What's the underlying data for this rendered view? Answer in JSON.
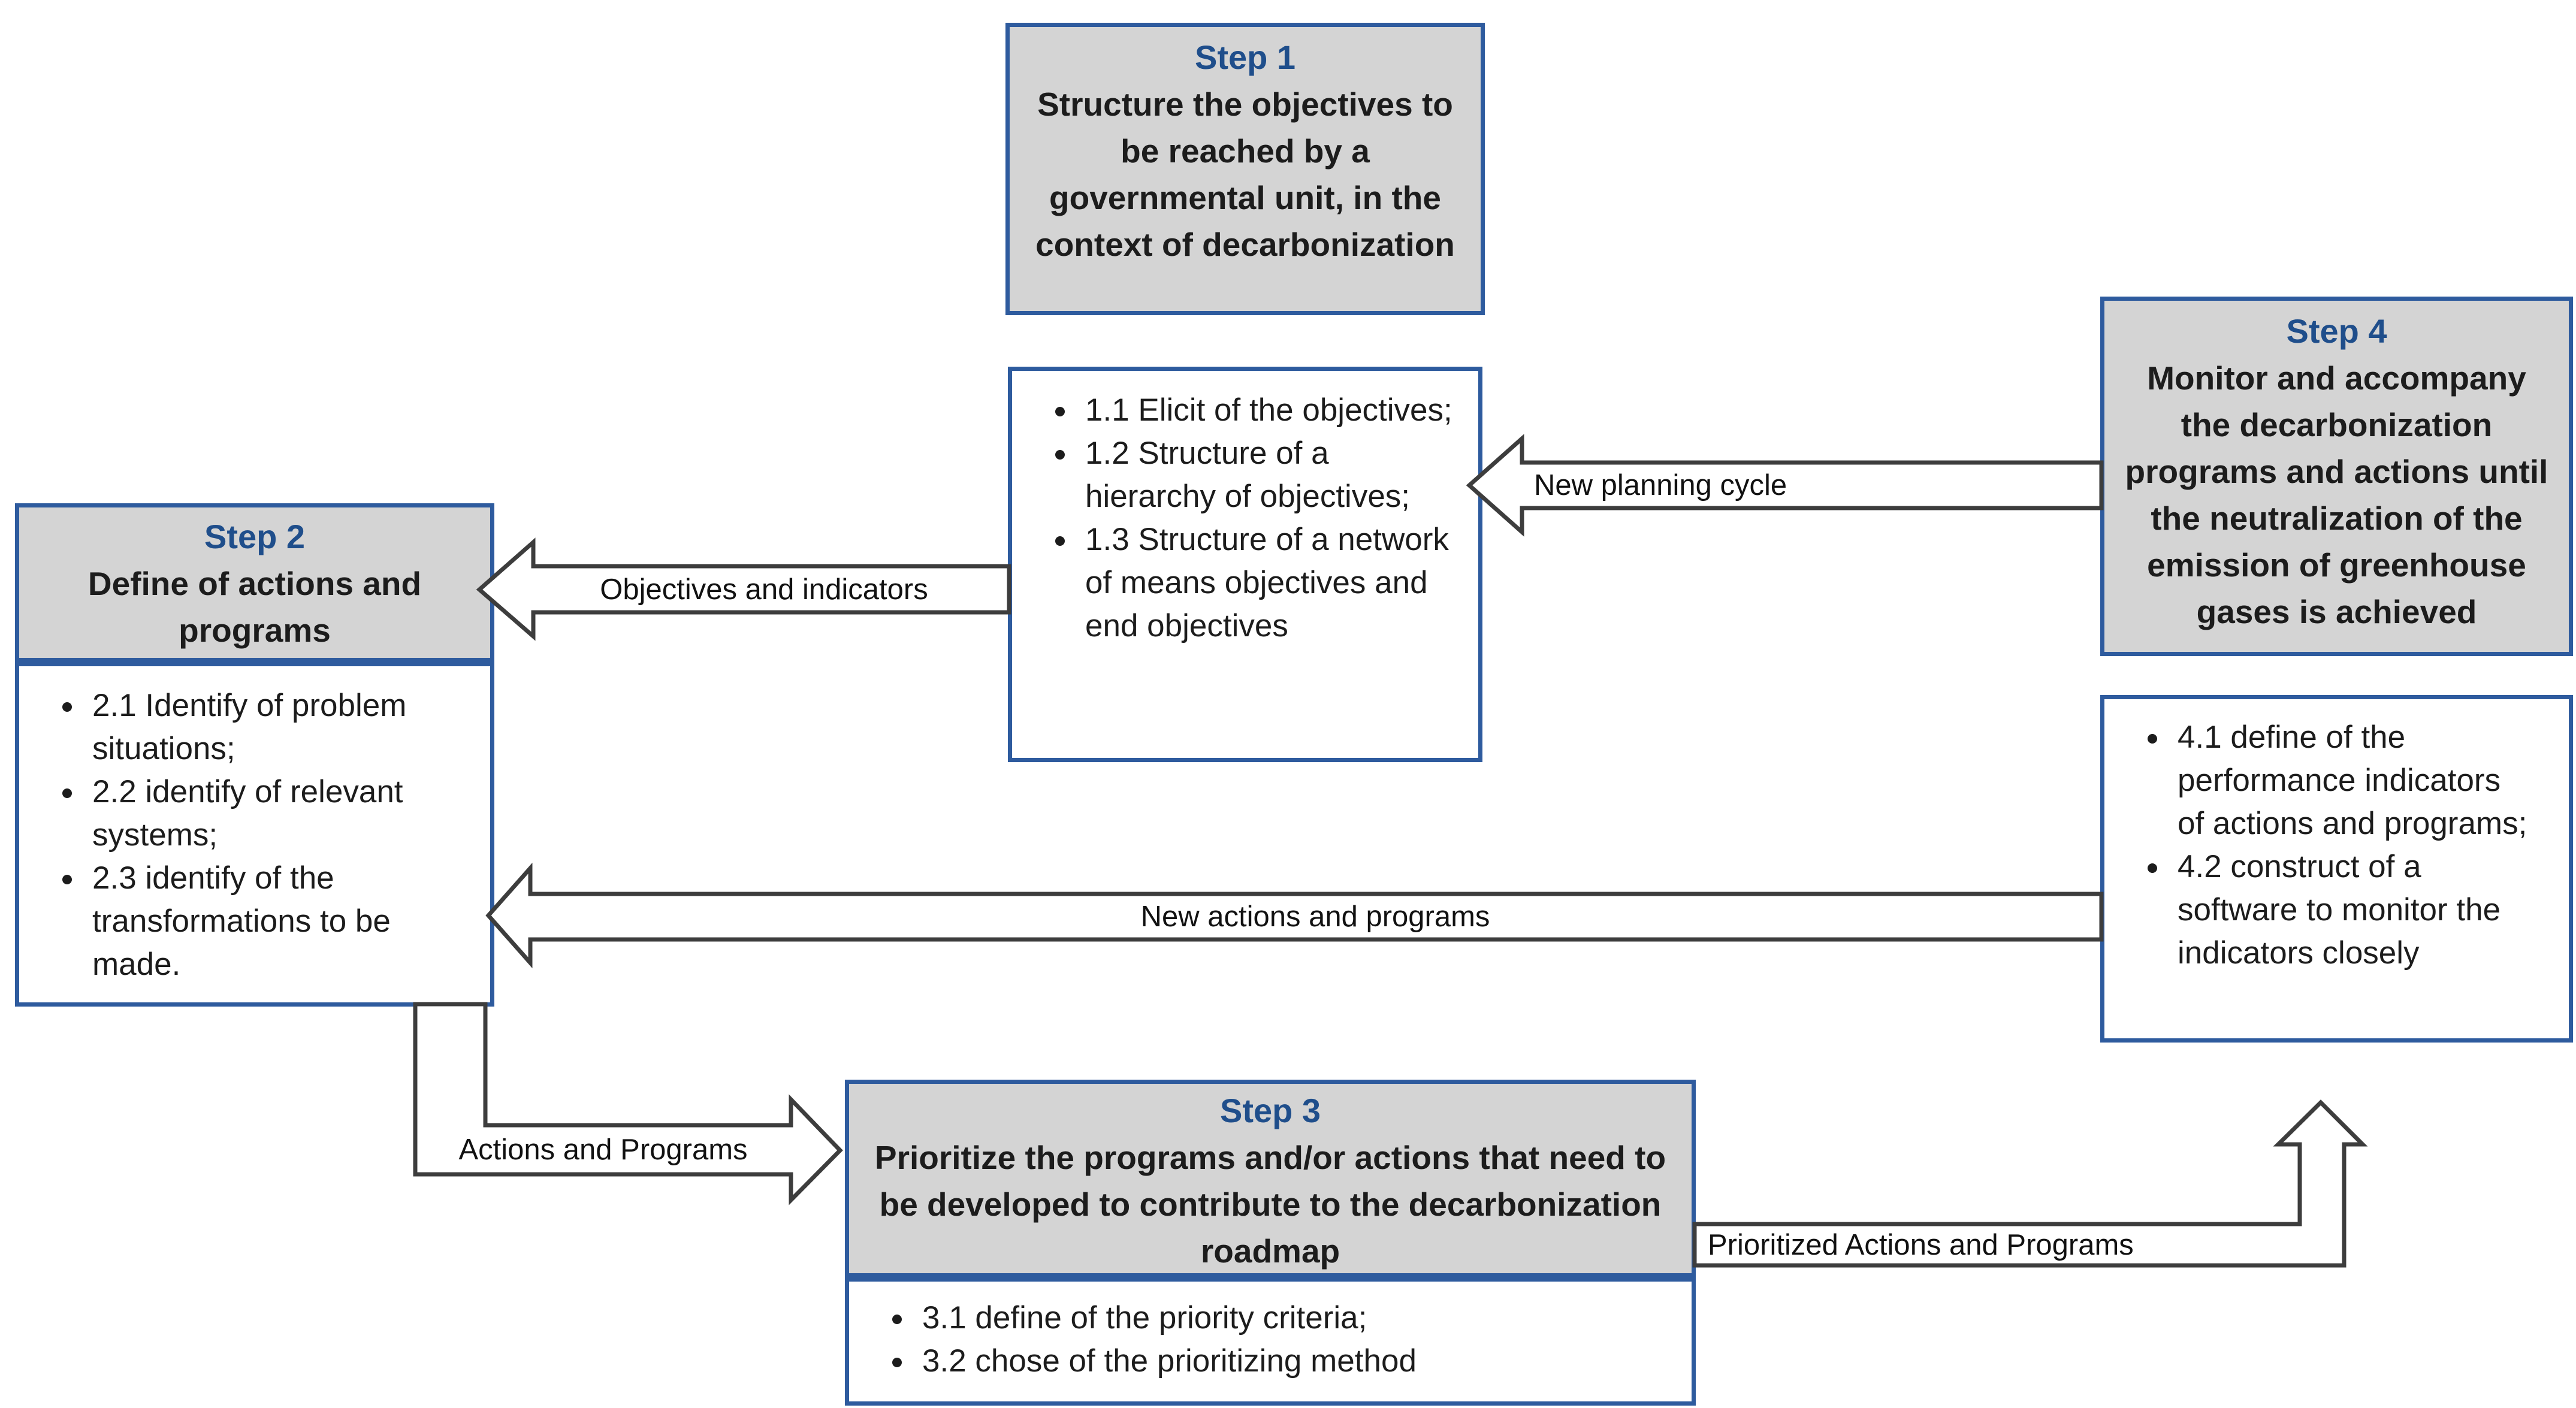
{
  "colors": {
    "box_fill": "#d4d4d4",
    "box_border": "#2e5b9e",
    "step_title": "#1f4e8b",
    "text": "#1c1c1c",
    "arrow_outline": "#3d3d3d",
    "bg": "#ffffff"
  },
  "steps": {
    "step1": {
      "title": "Step 1",
      "heading": "Structure the objectives to be reached by a governmental unit, in the context of decarbonization",
      "items": [
        "1.1 Elicit of the objectives;",
        " 1.2 Structure of a hierarchy of objectives;",
        "1.3 Structure of a network of means objectives and end objectives"
      ]
    },
    "step2": {
      "title": "Step 2",
      "heading": "Define of actions and programs",
      "items": [
        "2.1 Identify of problem situations;",
        " 2.2 identify of relevant systems;",
        "2.3 identify of the transformations to be made."
      ]
    },
    "step3": {
      "title": "Step 3",
      "heading": "Prioritize the programs and/or actions that need to be developed to contribute to the decarbonization roadmap",
      "items": [
        "3.1 define of the priority criteria;",
        "3.2 chose of the prioritizing method"
      ]
    },
    "step4": {
      "title": "Step 4",
      "heading": "Monitor and accompany the decarbonization programs and actions until the neutralization of the emission of greenhouse gases is achieved",
      "items": [
        "4.1 define of the performance indicators of actions and programs;",
        "4.2 construct of a software to monitor the indicators closely"
      ]
    }
  },
  "arrows": {
    "objectives_indicators": {
      "label": "Objectives and indicators"
    },
    "new_planning_cycle": {
      "label": "New planning cycle"
    },
    "new_actions_programs": {
      "label": "New actions and programs"
    },
    "actions_programs": {
      "label": "Actions and Programs"
    },
    "prioritized_actions_programs": {
      "label": "Prioritized Actions and Programs"
    }
  }
}
